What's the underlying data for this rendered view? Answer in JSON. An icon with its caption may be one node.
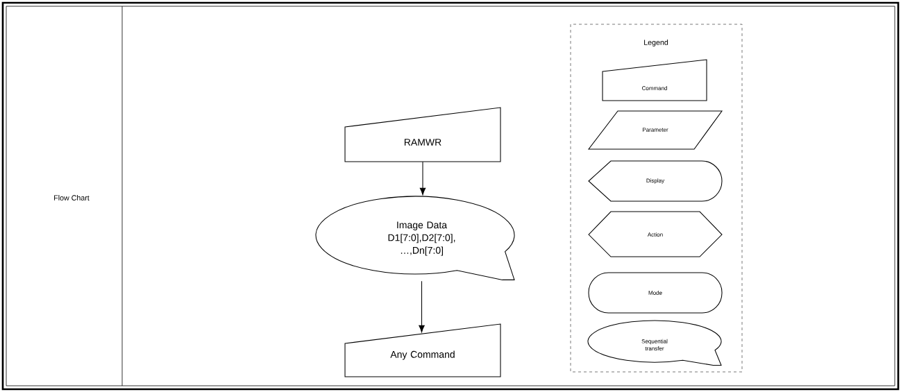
{
  "diagram": {
    "nodes": [
      {
        "text": [
          "RAMWR"
        ]
      },
      {
        "text": [
          "Image Data D1[7:0],D2[7:0], …,Dn[7:0]"
        ]
      },
      {
        "text": [
          "Any Command"
        ]
      },
      {
        "text": [
          "Legend"
        ]
      },
      {
        "text": [
          "Command"
        ],
        "in": 3
      },
      {
        "text": [
          "Parameter"
        ],
        "in": 3
      },
      {
        "text": [
          "Display"
        ],
        "in": 3
      },
      {
        "text": [
          "Action"
        ],
        "in": 3
      },
      {
        "text": [
          "Mode"
        ],
        "in": 3
      },
      {
        "text": [
          "Sequential transfer"
        ],
        "in": 3
      }
    ],
    "edges": [
      {
        "from": 0,
        "to": 1,
        "arrow": "to"
      },
      {
        "from": 1,
        "to": 2,
        "arrow": "to"
      }
    ],
    "labels": [
      "Flow Chart"
    ]
  }
}
